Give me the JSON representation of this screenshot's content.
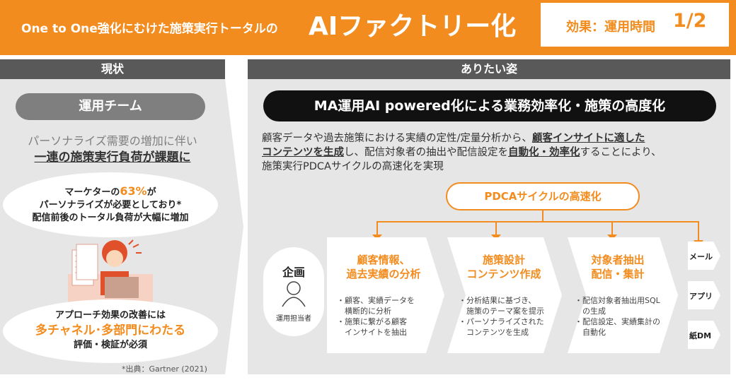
{
  "header": {
    "subtitle": "One to One強化にむけた施策実行トータルの",
    "title": "AIファクトリー化",
    "effect_label": "効果：運用時間",
    "effect_value": "1/2"
  },
  "left": {
    "heading": "現状",
    "team_label": "運用チーム",
    "line1": "パーソナライズ需要の増加に伴い",
    "line2": "一連の施策実行負荷が課題に",
    "bubble1": {
      "l1_prefix": "マーケターの",
      "l1_pct": "63%",
      "l1_suffix": "が",
      "l2": "パーソナライズが必要としており*",
      "l3": "配信前後のトータル負荷が大幅に増加"
    },
    "bubble2": {
      "l1": "アプローチ効果の改善には",
      "l2": "多チャネル･多部門にわたる",
      "l3": "評価・検証が必須"
    },
    "source": "*出典：Gartner (2021)"
  },
  "right": {
    "heading": "ありたい姿",
    "banner": "MA運用AI powered化による業務効率化・施策の高度化",
    "desc": {
      "p1": "顧客データや過去施策における実績の定性/定量分析から、",
      "b1": "顧客インサイトに適した",
      "b2": "コンテンツを生成",
      "p2": "し、配信対象者の抽出や配信設定を",
      "b3": "自動化・効率化",
      "p3": "することにより、",
      "p4": "施策実行PDCAサイクルの高速化を実現"
    },
    "pdca_label": "PDCAサイクルの高速化",
    "planning": {
      "title": "企画",
      "role": "運用担当者"
    },
    "steps": [
      {
        "title1": "顧客情報、",
        "title2": "過去実績の分析",
        "b1a": "・顧客、実績データを",
        "b1b": "　横断的に分析",
        "b2a": "・施策に繋がる顧客",
        "b2b": "　インサイトを抽出"
      },
      {
        "title1": "施策設計",
        "title2": "コンテンツ作成",
        "b1a": "・分析結果に基づき、",
        "b1b": "　施策のテーマ案を提示",
        "b2a": "・パーソナライズされた",
        "b2b": "　コンテンツを生成"
      },
      {
        "title1": "対象者抽出",
        "title2": "配信・集計",
        "b1a": "・配信対象者抽出用SQL",
        "b1b": "　の生成",
        "b2a": "・配信設定、実績集計の",
        "b2b": "　自動化"
      }
    ],
    "channels": [
      "メール",
      "アプリ",
      "紙DM"
    ]
  },
  "colors": {
    "accent": "#F28C1E",
    "panel": "#E6E6E6",
    "head": "#595959"
  }
}
